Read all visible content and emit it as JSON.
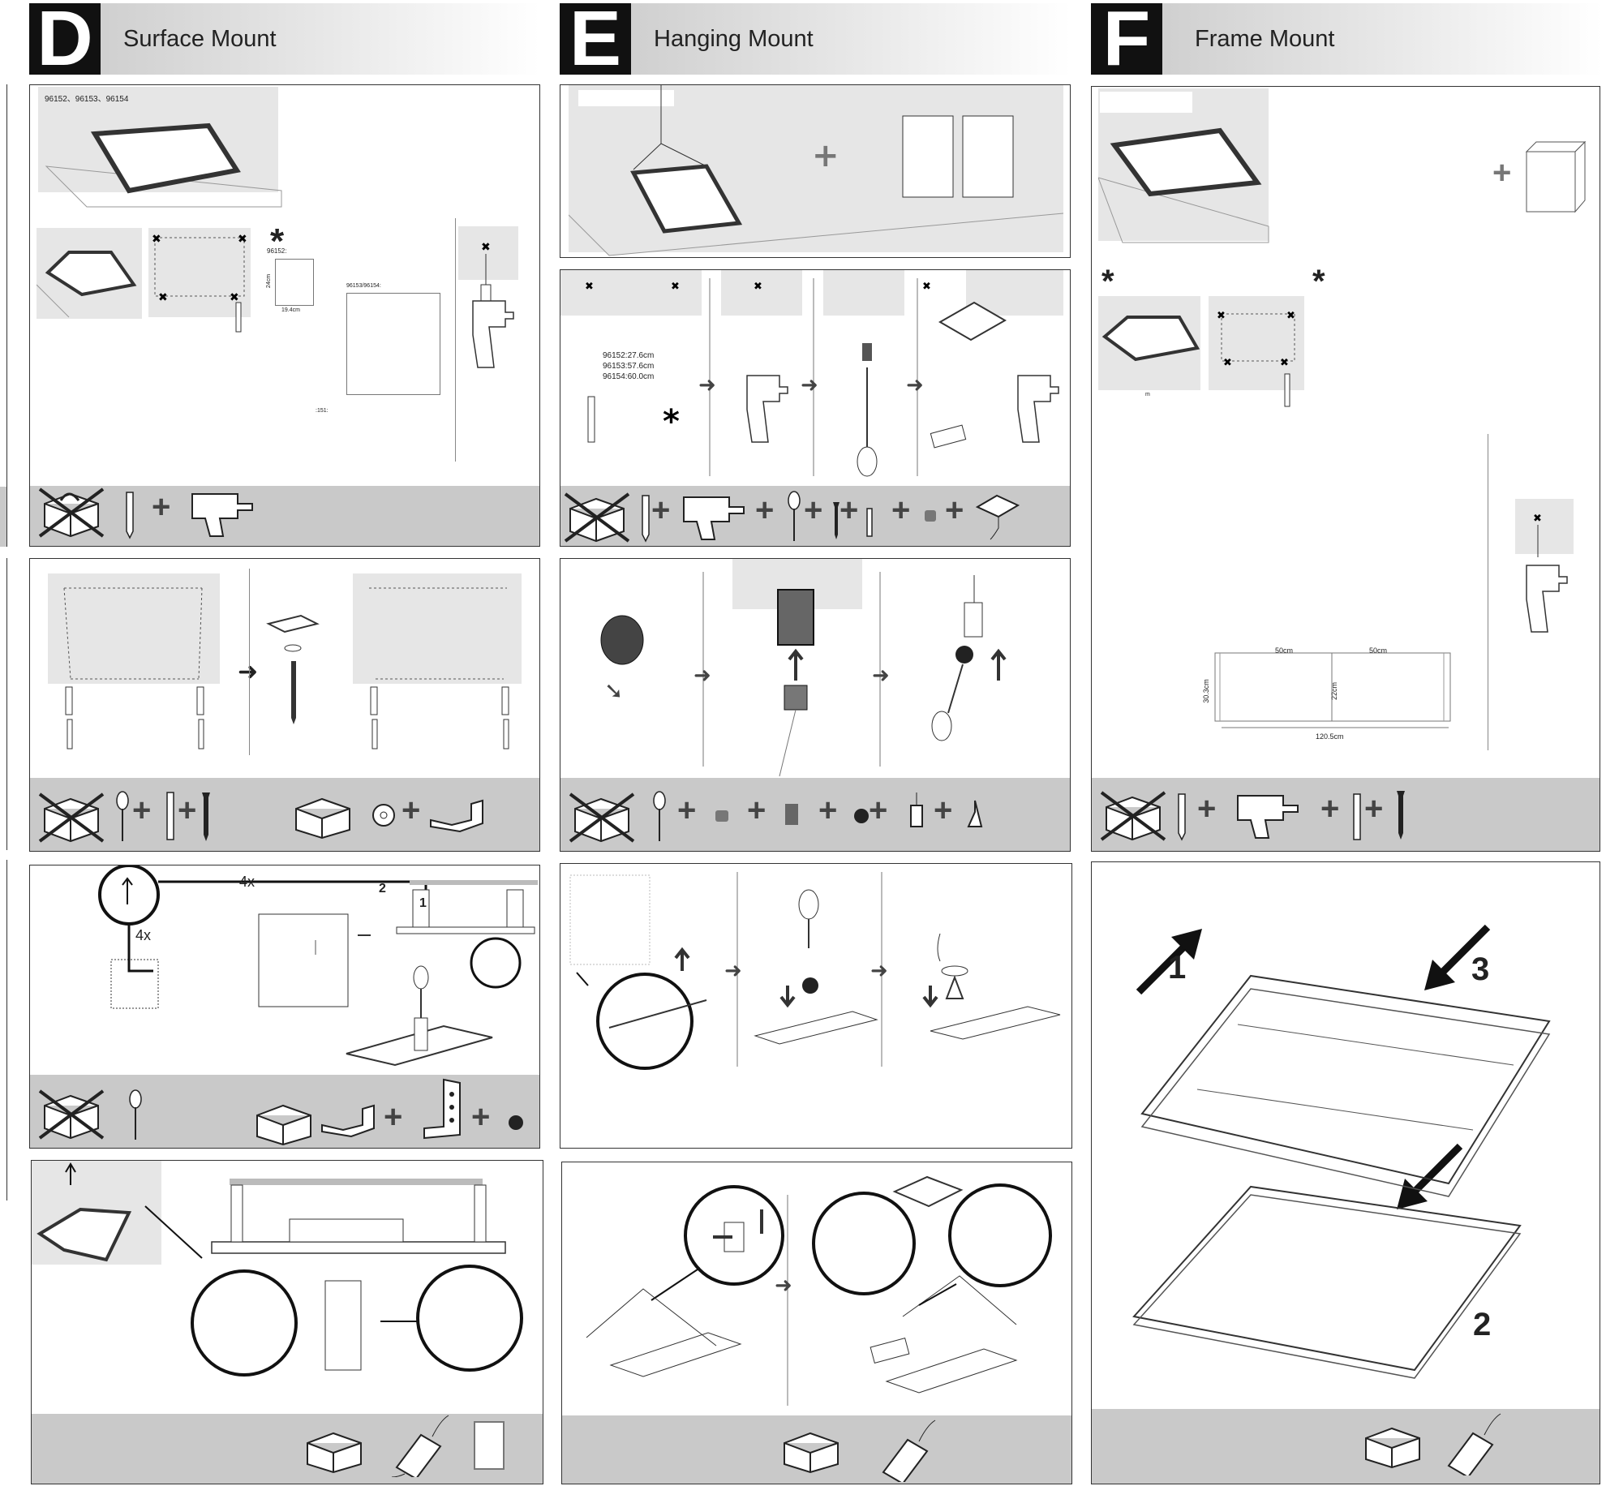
{
  "sections": {
    "d": {
      "letter": "D",
      "title": "Surface Mount"
    },
    "e": {
      "letter": "E",
      "title": "Hanging Mount"
    },
    "f": {
      "letter": "F",
      "title": "Frame Mount"
    }
  },
  "surface": {
    "models": "96152、96153、96154",
    "model_a": "96152:",
    "dim_a_h": "24cm",
    "dim_a_w": "19.4cm",
    "model_b": "96153/96154:",
    "model_c": ":151:",
    "count_4x_top": "4x",
    "count_4x_side": "4x",
    "step_1": "1",
    "step_2": "2"
  },
  "hanging": {
    "len_96152": "96152:27.6cm",
    "len_96153": "96153:57.6cm",
    "len_96154": "96154:60.0cm"
  },
  "frame": {
    "dim_50_left": "50cm",
    "dim_50_right": "50cm",
    "dim_h": "30.3cm",
    "dim_inner": "22cm",
    "dim_total": "120.5cm",
    "step_1": "1",
    "step_2": "2",
    "step_3": "3",
    "m_label": "m"
  },
  "icons": [
    "box-icon",
    "pencil-icon",
    "drill-icon",
    "screwdriver-icon",
    "dowel-icon",
    "screw-icon",
    "washer-icon",
    "bracket-icon",
    "canopy-icon",
    "driver-icon",
    "cord-grip-icon"
  ],
  "colors": {
    "header_dark": "#111111",
    "bar_gray": "#c9c9c9",
    "panel_gray": "#e6e6e6",
    "line": "#333333"
  }
}
